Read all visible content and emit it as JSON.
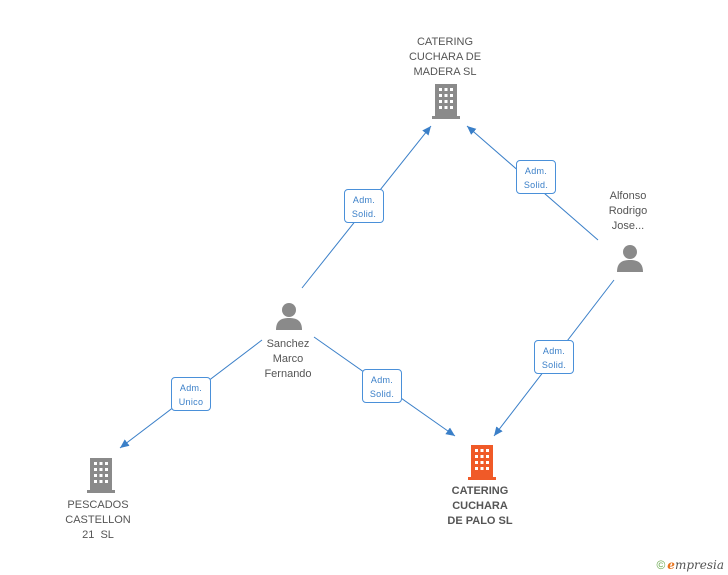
{
  "colors": {
    "edge": "#3a7fc8",
    "building_gray": "#8a8a8a",
    "building_focus": "#f05a28",
    "person": "#8a8a8a"
  },
  "nodes": {
    "catering_madera": {
      "lines": [
        "CATERING",
        "CUCHARA DE",
        "MADERA SL"
      ],
      "icon": "building-icon"
    },
    "alfonso": {
      "lines": [
        "Alfonso",
        "Rodrigo",
        "Jose..."
      ],
      "icon": "person-icon"
    },
    "sanchez": {
      "lines": [
        "Sanchez",
        "Marco",
        "Fernando"
      ],
      "icon": "person-icon"
    },
    "pescados": {
      "lines": [
        "PESCADOS",
        "CASTELLON",
        "21  SL"
      ],
      "icon": "building-icon"
    },
    "catering_palo": {
      "lines": [
        "CATERING",
        "CUCHARA",
        "DE PALO SL"
      ],
      "icon": "building-icon"
    }
  },
  "relations": [
    {
      "id": "sanchez_madera",
      "lines": [
        "Adm.",
        "Solid."
      ]
    },
    {
      "id": "alfonso_madera",
      "lines": [
        "Adm.",
        "Solid."
      ]
    },
    {
      "id": "sanchez_pescados",
      "lines": [
        "Adm.",
        "Unico"
      ]
    },
    {
      "id": "sanchez_palo",
      "lines": [
        "Adm.",
        "Solid."
      ]
    },
    {
      "id": "alfonso_palo",
      "lines": [
        "Adm.",
        "Solid."
      ]
    }
  ],
  "brand": {
    "copyright": "©",
    "e": "e",
    "rest": "mpresia"
  }
}
